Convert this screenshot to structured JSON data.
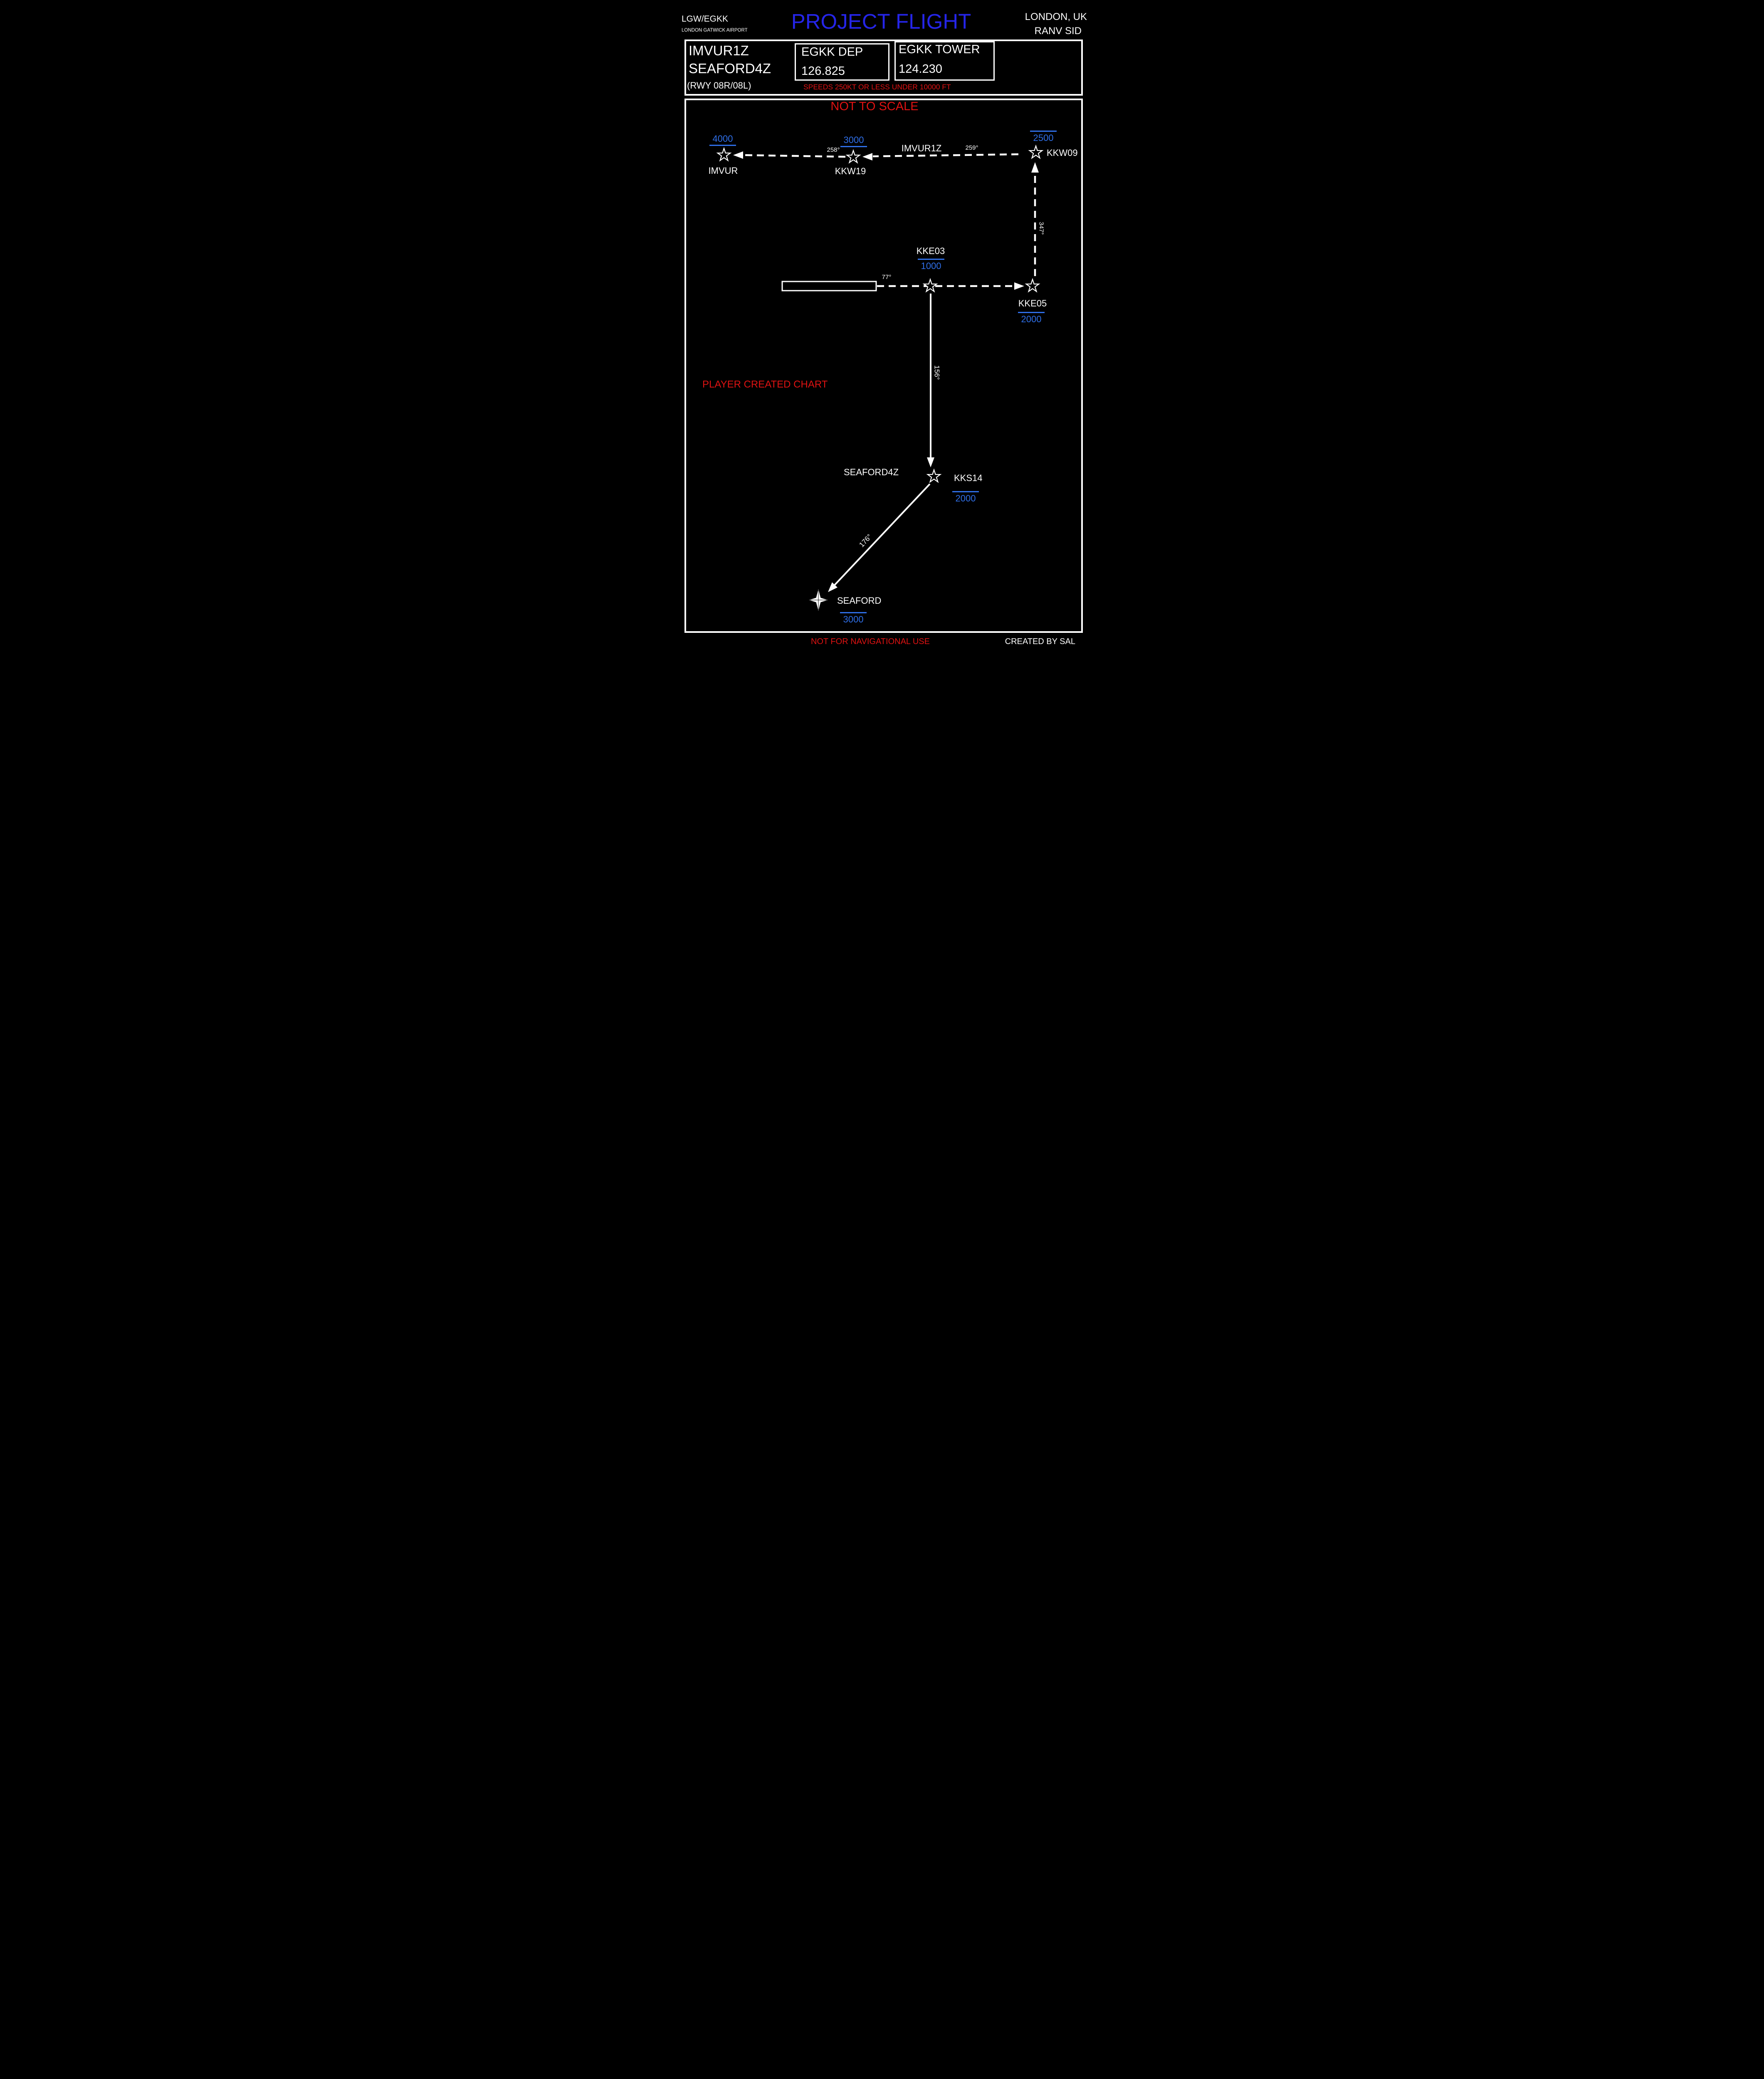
{
  "header": {
    "airport_code": "LGW/EGKK",
    "airport_name": "LONDON GATWICK AIRPORT",
    "title": "PROJECT FLIGHT",
    "location": "LONDON, UK",
    "sid_family": "RANV SID"
  },
  "info": {
    "sid1": "IMVUR1Z",
    "sid2": "SEAFORD4Z",
    "runways": "(RWY 08R/08L)",
    "dep_label": "EGKK DEP",
    "dep_freq": "126.825",
    "tower_label": "EGKK TOWER",
    "tower_freq": "124.230",
    "speed_note": "SPEEDS 250KT OR LESS UNDER 10000 FT"
  },
  "chart": {
    "not_to_scale": "NOT TO SCALE",
    "player_created": "PLAYER CREATED CHART",
    "route_imvur1z": "IMVUR1Z",
    "route_seaford4z": "SEAFORD4Z",
    "waypoints": [
      {
        "name": "IMVUR",
        "alt": "4000",
        "bar": "below",
        "symbol": "open-star"
      },
      {
        "name": "KKW19",
        "alt": "3000",
        "bar": "below",
        "symbol": "open-star"
      },
      {
        "name": "KKW09",
        "alt": "2500",
        "bar": "above",
        "symbol": "open-star"
      },
      {
        "name": "KKE03",
        "alt": "1000",
        "bar": "above",
        "symbol": "open-star"
      },
      {
        "name": "KKE05",
        "alt": "2000",
        "bar": "above",
        "symbol": "open-star"
      },
      {
        "name": "KKS14",
        "alt": "2000",
        "bar": "above",
        "symbol": "open-star"
      },
      {
        "name": "SEAFORD",
        "alt": "3000",
        "bar": "above",
        "symbol": "four-point-star"
      }
    ],
    "courses": {
      "kkw19_imvur": "258°",
      "kkw09_kkw19": "259°",
      "kke05_kkw09": "347°",
      "rwy_kke03": "77°",
      "kke03_kks14": "156°",
      "kks14_seaford": "176°"
    }
  },
  "footer": {
    "disclaimer": "NOT FOR NAVIGATIONAL USE",
    "credit": "CREATED BY SAL"
  },
  "colors": {
    "title_blue": "#2525e8",
    "altitude_blue": "#2f6fe8",
    "warning_red": "#e01212",
    "foreground": "#ffffff",
    "background": "#000000"
  }
}
